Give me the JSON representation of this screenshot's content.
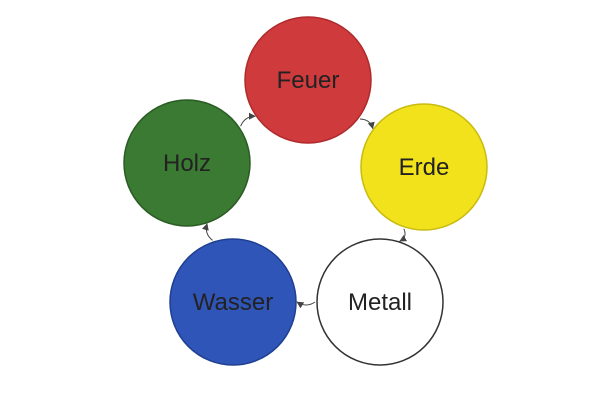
{
  "diagram": {
    "elements": [
      {
        "id": "feuer",
        "label": "Feuer",
        "color": "#cf3a3c",
        "border": "#b02a2c"
      },
      {
        "id": "erde",
        "label": "Erde",
        "color": "#f2e21c",
        "border": "#c9bb10"
      },
      {
        "id": "metall",
        "label": "Metall",
        "color": "#ffffff",
        "border": "#333333"
      },
      {
        "id": "wasser",
        "label": "Wasser",
        "color": "#2f55b8",
        "border": "#1f3f90"
      },
      {
        "id": "holz",
        "label": "Holz",
        "color": "#3b7a32",
        "border": "#2a5c23"
      }
    ],
    "cycle": [
      [
        "feuer",
        "erde"
      ],
      [
        "erde",
        "metall"
      ],
      [
        "metall",
        "wasser"
      ],
      [
        "wasser",
        "holz"
      ],
      [
        "holz",
        "feuer"
      ]
    ],
    "arrow_color": "#444444"
  }
}
